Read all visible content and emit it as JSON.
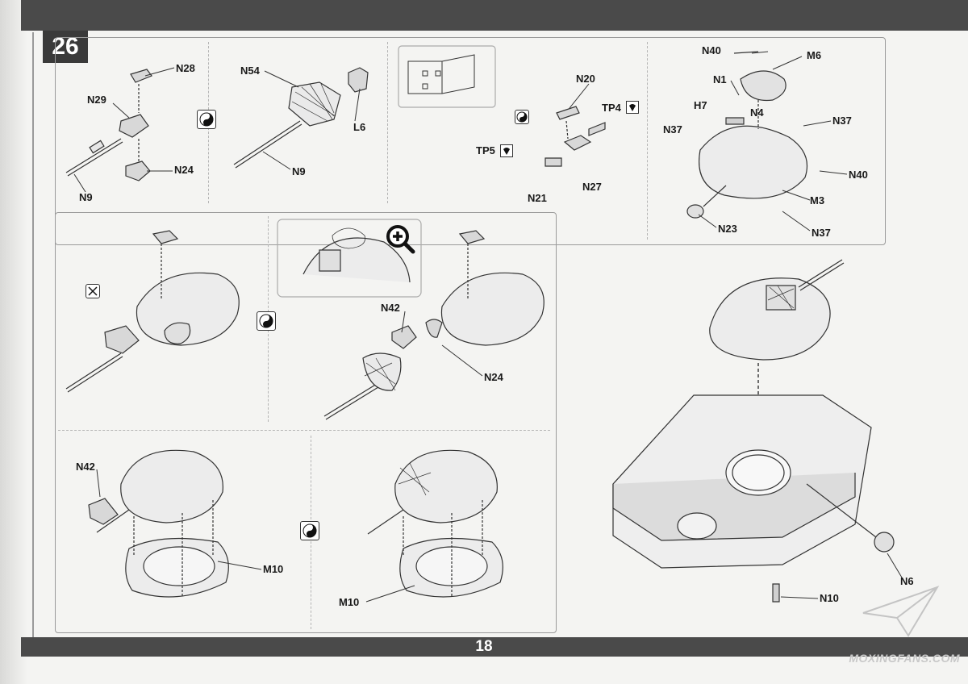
{
  "page": {
    "step_number": "26",
    "page_number": "18",
    "watermark": "MOXINGFANS.COM"
  },
  "parts": {
    "N28": "N28",
    "N29": "N29",
    "N24": "N24",
    "N9": "N9",
    "N54": "N54",
    "L6": "L6",
    "N20": "N20",
    "TP4": "TP4",
    "TP5": "TP5",
    "N21": "N21",
    "N27": "N27",
    "N40": "N40",
    "M6": "M6",
    "N1": "N1",
    "H7": "H7",
    "N4": "N4",
    "N37": "N37",
    "M3": "M3",
    "N23": "N23",
    "N42": "N42",
    "M10": "M10",
    "N6": "N6",
    "N10": "N10"
  },
  "icons": {
    "option": "yin-yang-icon",
    "zoom": "zoom-in-icon",
    "paint": "paint-drop-icon",
    "remove": "cut-off-icon"
  }
}
